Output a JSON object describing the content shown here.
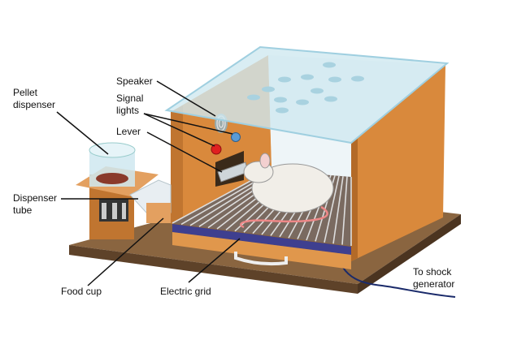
{
  "labels": {
    "pellet_dispenser": "Pellet\ndispenser",
    "speaker": "Speaker",
    "signal_lights": "Signal\nlights",
    "lever": "Lever",
    "dispenser_tube": "Dispenser\ntube",
    "food_cup": "Food cup",
    "electric_grid": "Electric grid",
    "shock_generator": "To shock\ngenerator"
  },
  "colors": {
    "wood": "#d9893c",
    "wood_dark": "#b36a28",
    "base": "#7a5a3a",
    "glass": "#cfe8f0",
    "grid_strip": "#3e3f8f",
    "light_red": "#e02020",
    "light_blue": "#5b9bd5"
  }
}
